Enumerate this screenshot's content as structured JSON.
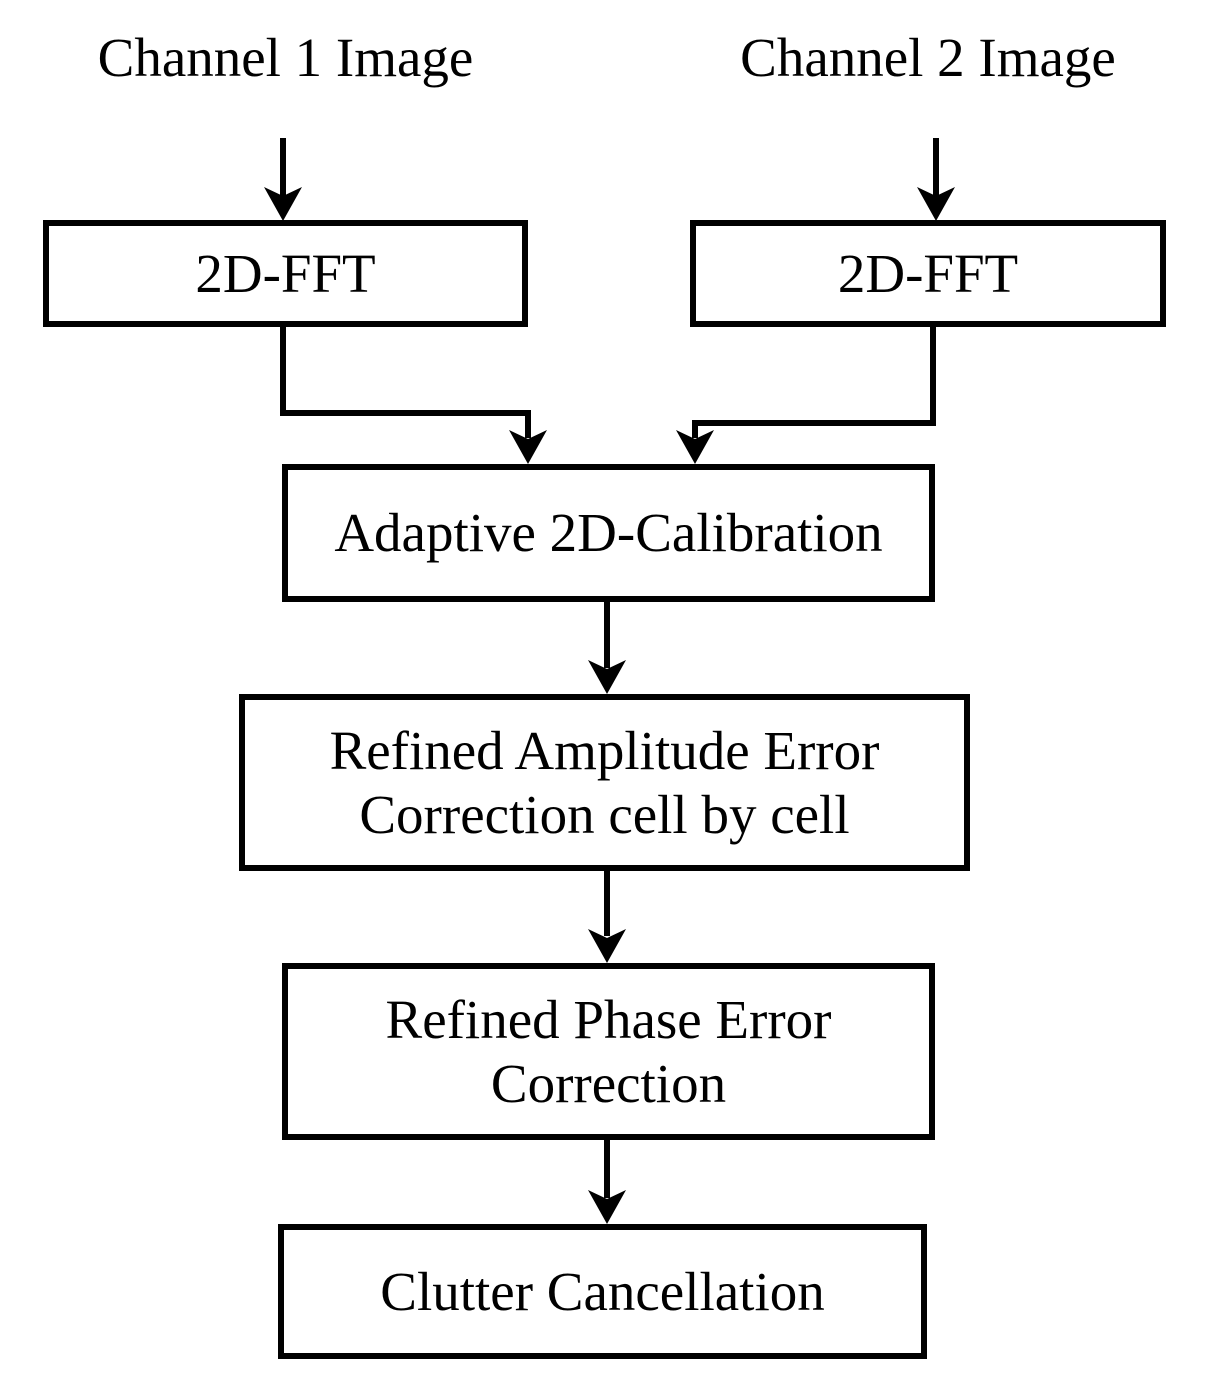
{
  "diagram": {
    "inputs": {
      "channel1": "Channel 1 Image",
      "channel2": "Channel 2 Image"
    },
    "nodes": {
      "fft_left": {
        "label": "2D-FFT"
      },
      "fft_right": {
        "label": "2D-FFT"
      },
      "calibration": {
        "label": "Adaptive 2D-Calibration"
      },
      "amplitude": {
        "line1": "Refined Amplitude Error",
        "line2": "Correction cell by cell"
      },
      "phase": {
        "line1": "Refined Phase Error",
        "line2": "Correction"
      },
      "clutter": {
        "label": "Clutter Cancellation"
      }
    },
    "colors": {
      "line": "#000000",
      "background": "#ffffff",
      "box_fill": "#ffffff"
    }
  }
}
